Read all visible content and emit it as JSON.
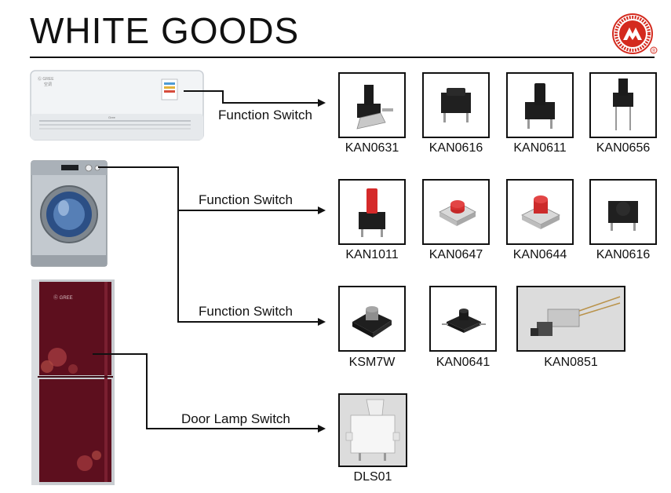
{
  "header": {
    "title": "WHITE GOODS"
  },
  "logo": {
    "ring_text": "WENZHOU KANGFENG ELECTRONICS CO.,LTD",
    "mark": "®",
    "color": "#d42a1e"
  },
  "appliances": {
    "air_conditioner": {
      "brand": "Ⓖ GREE",
      "sub": "空调",
      "bottom": "Gree"
    },
    "washing_machine": {},
    "refrigerator": {
      "brand": "Ⓖ GREE"
    }
  },
  "connections": [
    {
      "label": "Function Switch"
    },
    {
      "label": "Function Switch"
    },
    {
      "label": "Function Switch"
    },
    {
      "label": "Door Lamp Switch"
    }
  ],
  "parts": {
    "row1": [
      "KAN0631",
      "KAN0616",
      "KAN0611",
      "KAN0656"
    ],
    "row2": [
      "KAN1011",
      "KAN0647",
      "KAN0644",
      "KAN0616"
    ],
    "row3": [
      "KSM7W",
      "KAN0641",
      "KAN0851"
    ],
    "row4": [
      "DLS01"
    ]
  }
}
